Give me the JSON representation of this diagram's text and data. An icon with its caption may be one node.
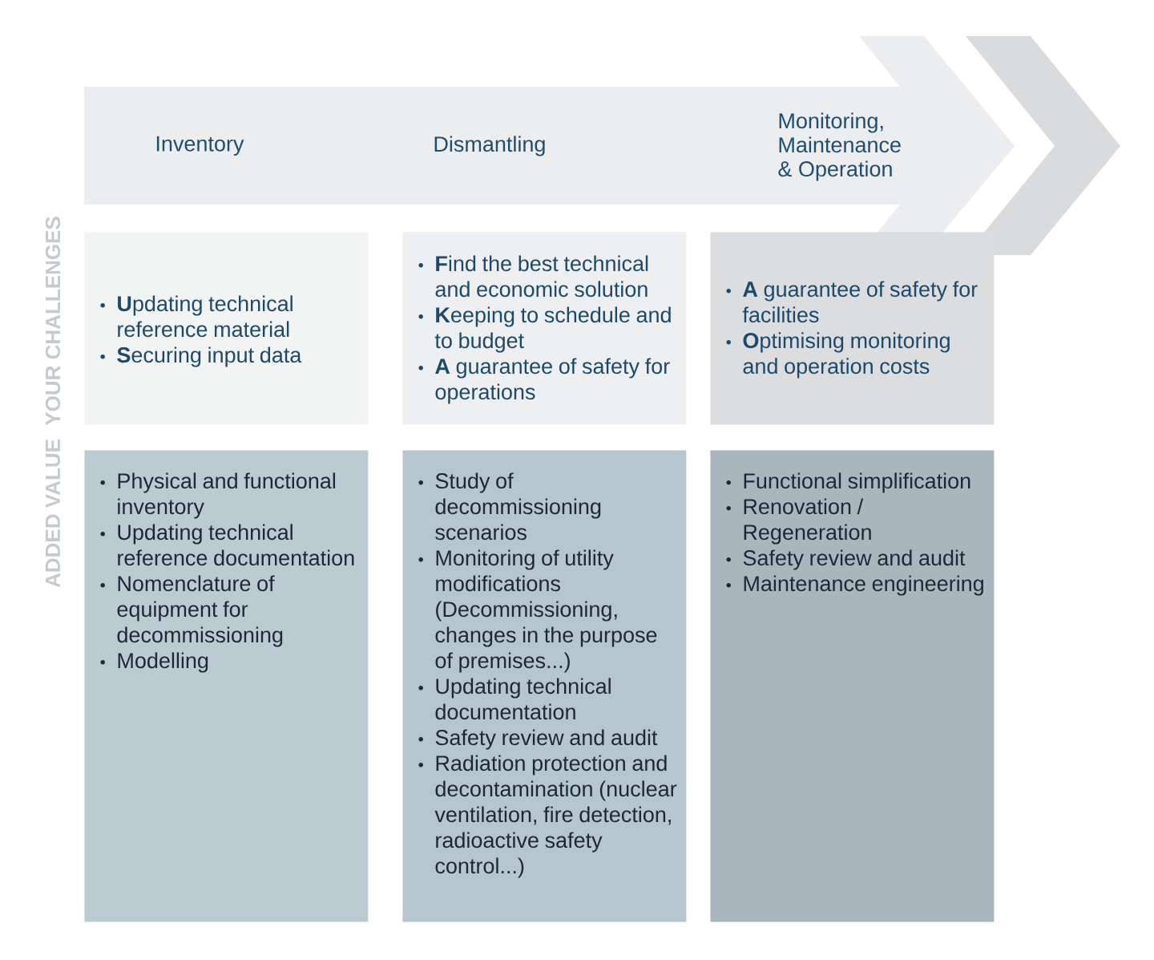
{
  "diagram": {
    "nodes": [
      {
        "text": [
          "**U**pdating technical reference material",
          "**S**ecuring input data"
        ]
      },
      {
        "text": [
          "**F**ind the best technical and economic solution",
          "**K**eeping to schedule and to budget",
          "**A** guarantee of safety for operations"
        ]
      },
      {
        "text": [
          "**A** guarantee of safety for facilities",
          "**O**ptimising monitoring and operation costs"
        ]
      },
      {
        "text": [
          "Physical and functional inventory",
          "Updating technical reference documentation",
          "Nomenclature of equipment for decommissioning",
          "Modelling"
        ]
      },
      {
        "text": [
          "Study of decommissioning scenarios",
          "Monitoring of utility modifications (Decommissioning, changes in the purpose of premises...)",
          "Updating technical documentation",
          "Safety review and audit",
          "Radiation protection and decontamination (nuclear ventilation, fire detection, radioactive safety control...)"
        ]
      },
      {
        "text": [
          "Functional simplification",
          "Renovation / Regeneration",
          "Safety review and audit",
          "Maintenance engineering"
        ]
      }
    ],
    "labels": [
      "Inventory",
      "Dismantling",
      "Monitoring, Maintenance & Operation",
      "YOUR CHALLENGES",
      "ADDED VALUE"
    ]
  }
}
